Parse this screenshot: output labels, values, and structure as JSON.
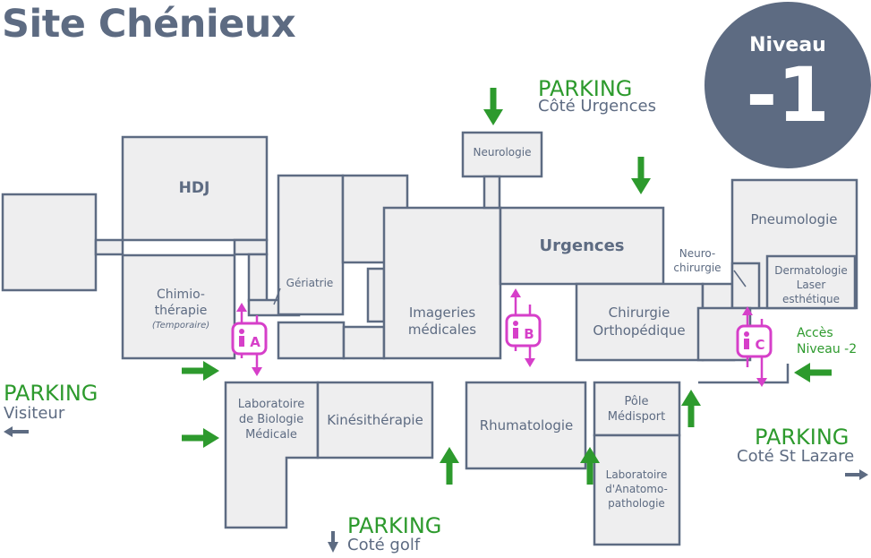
{
  "title": "Site Chénieux",
  "level": {
    "label": "Niveau",
    "value": "-1"
  },
  "rooms": {
    "hdj": "HDJ",
    "chimio_1": "Chimio-",
    "chimio_2": "thérapie",
    "chimio_3": "(Temporaire)",
    "geriatrie": "Gériatrie",
    "neurologie": "Neurologie",
    "urgences": "Urgences",
    "imageries_1": "Imageries",
    "imageries_2": "médicales",
    "neurochir_1": "Neuro-",
    "neurochir_2": "chirurgie",
    "chirurgie_1": "Chirurgie",
    "chirurgie_2": "Orthopédique",
    "pneumologie": "Pneumologie",
    "derma_1": "Dermatologie",
    "derma_2": "Laser",
    "derma_3": "esthétique",
    "labo_1": "Laboratoire",
    "labo_2": "de Biologie",
    "labo_3": "Médicale",
    "kine": "Kinésithérapie",
    "rhumato": "Rhumatologie",
    "pole_1": "Pôle",
    "pole_2": "Médisport",
    "anapath_1": "Laboratoire",
    "anapath_2": "d'Anatomo-",
    "anapath_3": "pathologie"
  },
  "elevators": {
    "a": "A",
    "b": "B",
    "c": "C"
  },
  "parkings": {
    "urgences": {
      "title": "PARKING",
      "sub": "Côté Urgences"
    },
    "visiteur": {
      "title": "PARKING",
      "sub": "Visiteur"
    },
    "golf": {
      "title": "PARKING",
      "sub": "Coté golf"
    },
    "lazare": {
      "title": "PARKING",
      "sub": "Coté St Lazare"
    }
  },
  "access": {
    "line1": "Accès",
    "line2": "Niveau -2"
  },
  "colors": {
    "rooms_fill": "#eeeeef",
    "walls": "#5d6b82",
    "parking_green": "#2d9a2d",
    "elevator": "#d63fc9",
    "badge": "#5d6b82"
  }
}
